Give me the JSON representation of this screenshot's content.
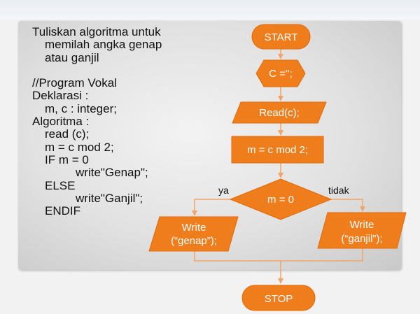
{
  "code": {
    "lines": [
      "Tuliskan algoritma untuk",
      "memilah angka genap",
      "atau ganjil",
      "",
      "//Program Vokal",
      "Deklarasi :",
      "m, c : integer;",
      "Algoritma :",
      "read (c);",
      "m = c mod 2;",
      "IF m = 0",
      "write\"Genap\";",
      "ELSE",
      "write\"Ganjil\";",
      "ENDIF"
    ]
  },
  "flowchart": {
    "start": "START",
    "init": "C ='';",
    "read": "Read(c);",
    "process": "m = c mod 2;",
    "decision": "m = 0",
    "yes_label": "ya",
    "no_label": "tidak",
    "out_yes_line1": "Write",
    "out_yes_line2": "(“genap”);",
    "out_no_line1": "Write",
    "out_no_line2": "(“ganjil”);",
    "stop": "STOP"
  },
  "colors": {
    "shape_fill": "#f07d1c",
    "shape_stroke": "#e06a08",
    "connector": "#f2a56a"
  }
}
